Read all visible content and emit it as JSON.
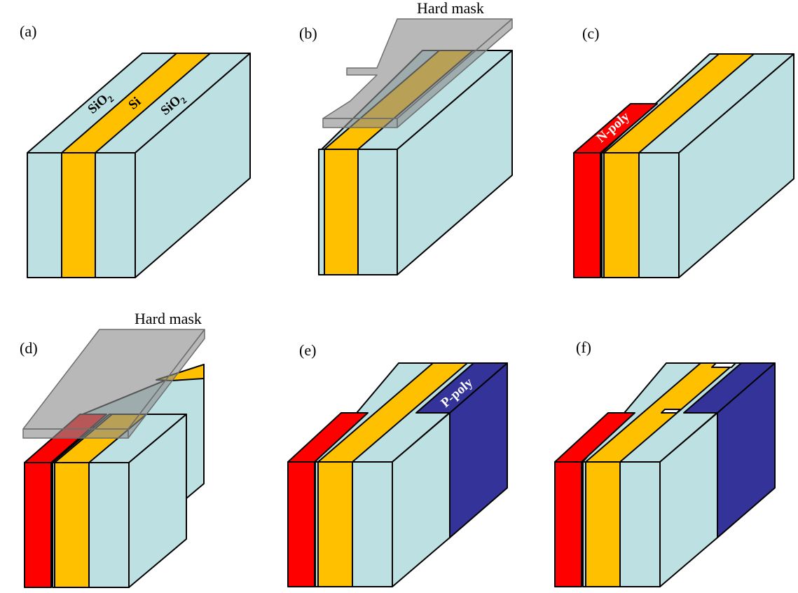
{
  "colors": {
    "oxide": "#bde0e3",
    "silicon": "#ffc000",
    "n_poly": "#ff0000",
    "p_poly": "#333399",
    "hard_mask": "#8c8c8c"
  },
  "panels": {
    "a": {
      "label": "(a)",
      "left_oxide": "SiO",
      "silicon": "Si",
      "right_oxide": "SiO",
      "oxide_sub": "2"
    },
    "b": {
      "label": "(b)",
      "mask": "Hard mask"
    },
    "c": {
      "label": "(c)",
      "n_poly": "N-poly"
    },
    "d": {
      "label": "(d)",
      "mask": "Hard mask"
    },
    "e": {
      "label": "(e)",
      "p_poly": "P-poly"
    },
    "f": {
      "label": "(f)"
    }
  }
}
